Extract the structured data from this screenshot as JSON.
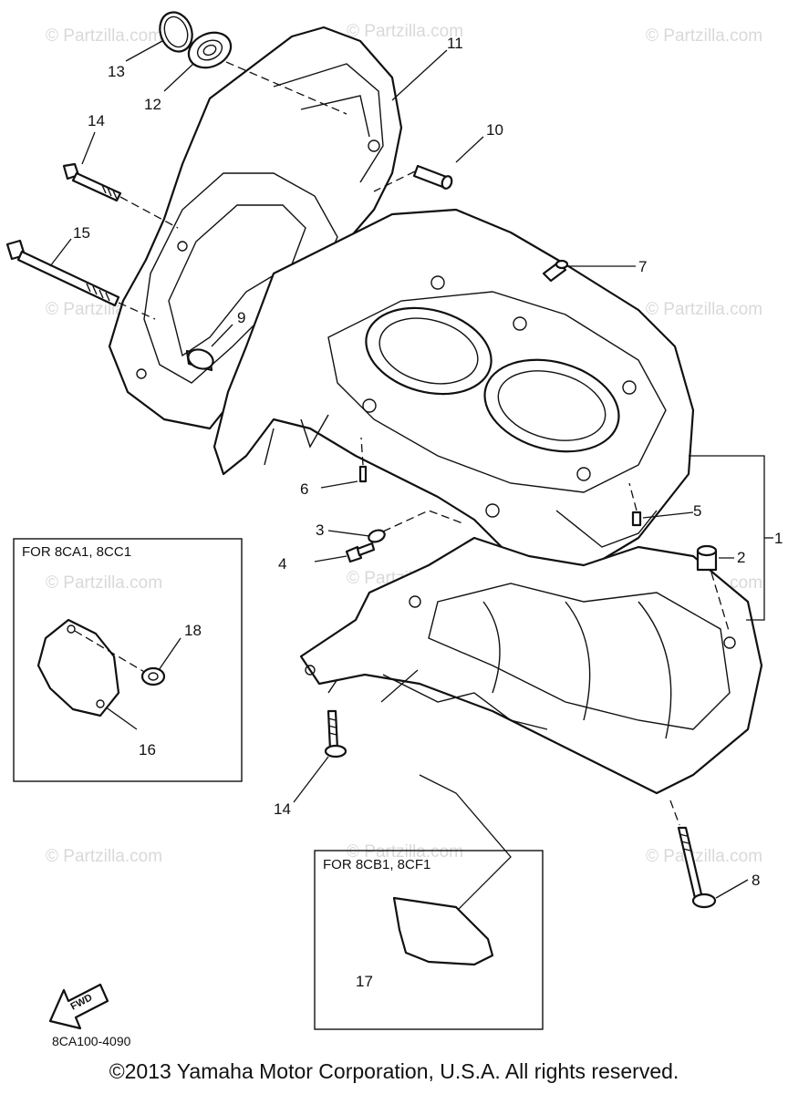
{
  "watermark": "© Partzilla.com",
  "callouts": {
    "c1": "1",
    "c2": "2",
    "c3": "3",
    "c4": "4",
    "c5": "5",
    "c6": "6",
    "c7": "7",
    "c8": "8",
    "c9": "9",
    "c10": "10",
    "c11": "11",
    "c12": "12",
    "c13": "13",
    "c14a": "14",
    "c14b": "14",
    "c15": "15",
    "c16": "16",
    "c17": "17",
    "c18": "18"
  },
  "inset_boxes": {
    "left": "FOR 8CA1, 8CC1",
    "bottom": "FOR 8CB1, 8CF1"
  },
  "fwd_label": "FWD",
  "diagram_code": "8CA100-4090",
  "copyright": "©2013  Yamaha Motor Corporation, U.S.A. All rights reserved."
}
